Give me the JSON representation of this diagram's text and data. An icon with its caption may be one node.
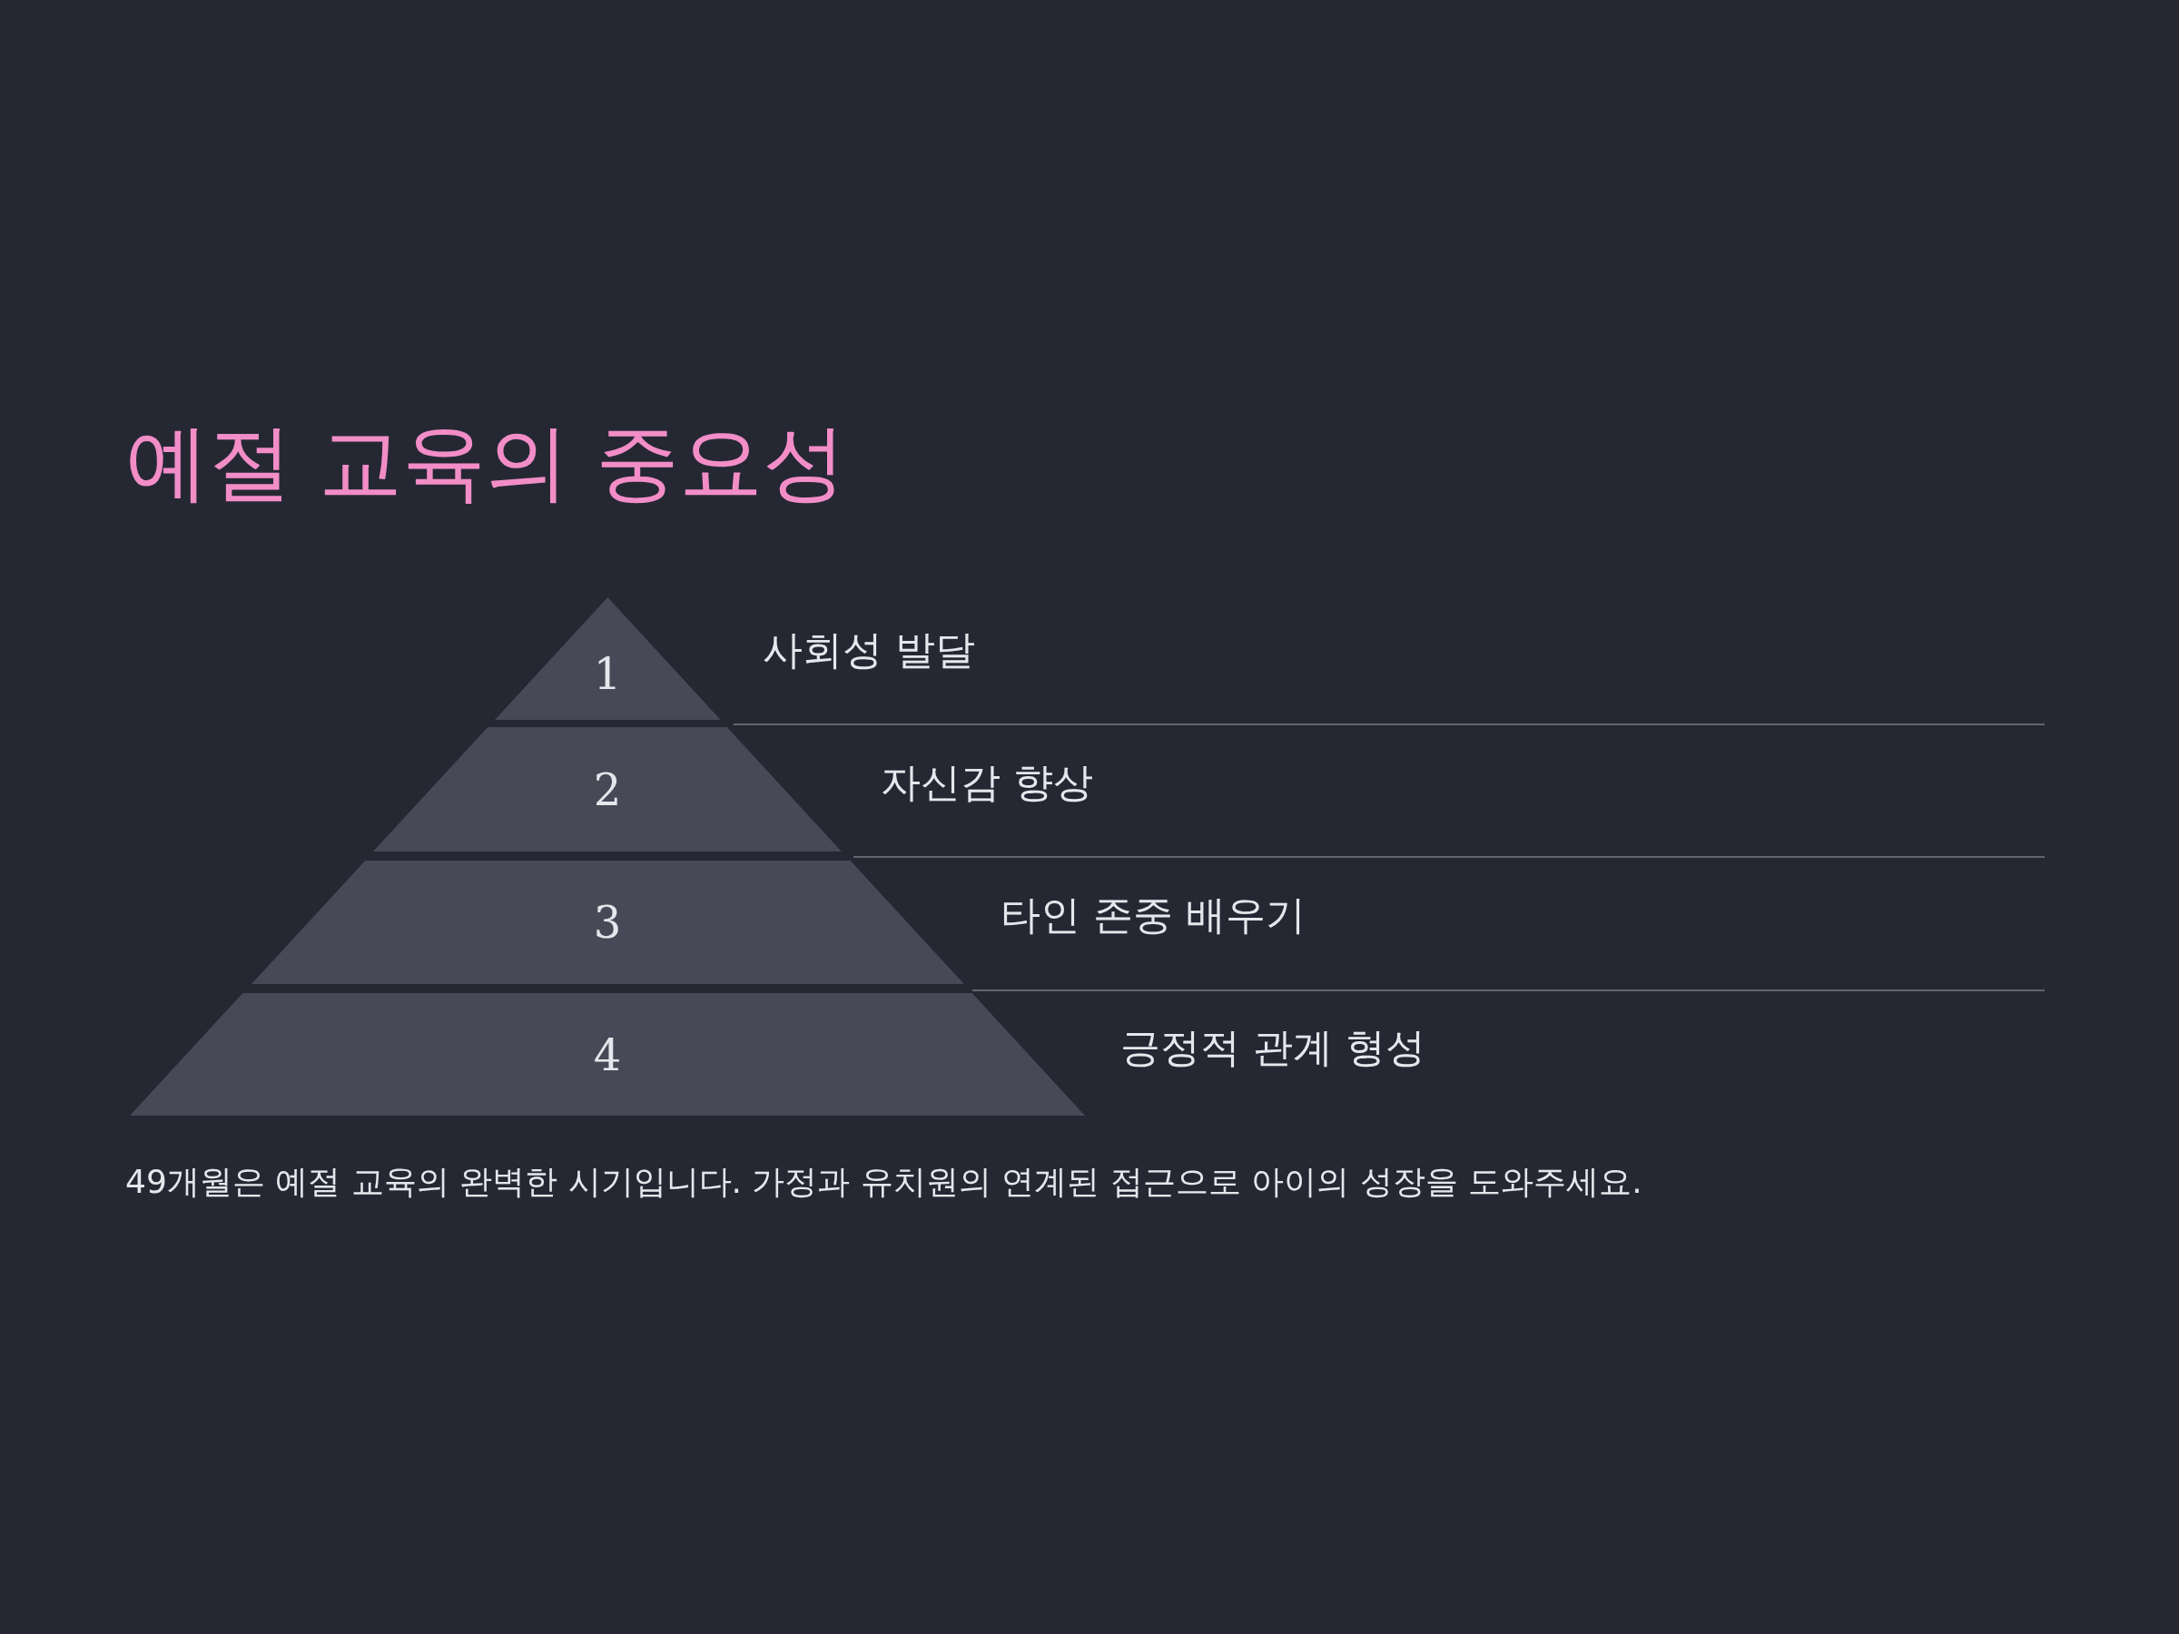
{
  "diagram": {
    "title": "예절 교육의 중요성",
    "caption": "49개월은 예절 교육의 완벽한 시기입니다. 가정과 유치원의 연계된 접근으로 아이의 성장을 도와주세요.",
    "nodes": [
      {
        "text": [
          "1"
        ],
        "beside": [
          "사회성 발달"
        ]
      },
      {
        "text": [
          "2"
        ],
        "beside": [
          "자신감 향상"
        ]
      },
      {
        "text": [
          "3"
        ],
        "beside": [
          "타인 존중 배우기"
        ]
      },
      {
        "text": [
          "4"
        ],
        "beside": [
          "긍정적 관계 형성"
        ]
      }
    ],
    "edges": []
  }
}
